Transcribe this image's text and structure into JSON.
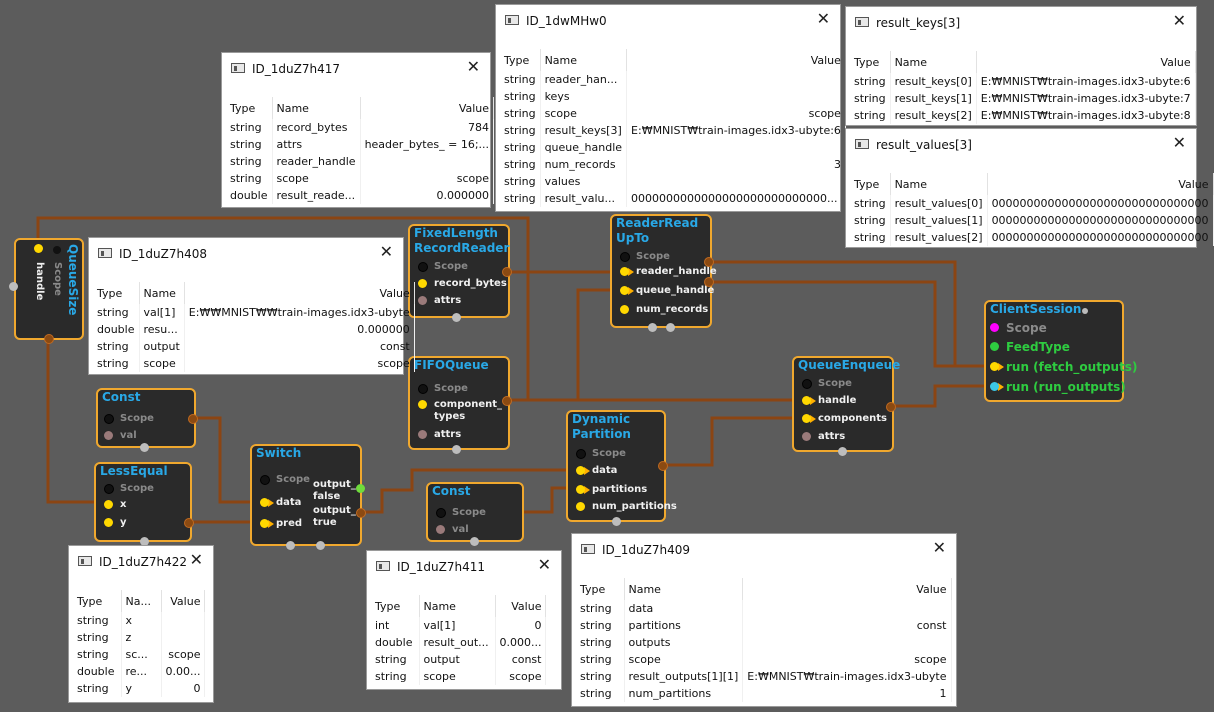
{
  "nodes": {
    "queue_size": {
      "title": "QueueSize",
      "scope": "Scope",
      "handle": "handle"
    },
    "const1": {
      "title": "Const",
      "scope": "Scope",
      "val": "val"
    },
    "less_equal": {
      "title": "LessEqual",
      "scope": "Scope",
      "x": "x",
      "y": "y"
    },
    "switch": {
      "title": "Switch",
      "scope": "Scope",
      "data": "data",
      "pred": "pred",
      "out_false": "output_\nfalse",
      "out_true": "output_\ntrue"
    },
    "const2": {
      "title": "Const",
      "scope": "Scope",
      "val": "val"
    },
    "flr": {
      "title": "FixedLength\nRecordReader",
      "scope": "Scope",
      "record_bytes": "record_bytes",
      "attrs": "attrs"
    },
    "fifo": {
      "title": "FIFOQueue",
      "scope": "Scope",
      "component_types": "component_\ntypes",
      "attrs": "attrs"
    },
    "reader_read": {
      "title": "ReaderRead\nUpTo",
      "scope": "Scope",
      "reader_handle": "reader_handle",
      "queue_handle": "queue_handle",
      "num_records": "num_records"
    },
    "dynpart": {
      "title": "Dynamic\nPartition",
      "scope": "Scope",
      "data": "data",
      "partitions": "partitions",
      "num_partitions": "num_partitions"
    },
    "enqueue": {
      "title": "QueueEnqueue",
      "scope": "Scope",
      "handle": "handle",
      "components": "components",
      "attrs": "attrs"
    },
    "client": {
      "title": "ClientSession",
      "scope": "Scope",
      "feed": "FeedType",
      "fetch": "run (fetch_outputs)",
      "run": "run (run_outputs)"
    }
  },
  "panels": {
    "p417": {
      "title": "ID_1duZ7h417",
      "headers": [
        "Type",
        "Name",
        "Value"
      ],
      "rows": [
        [
          "string",
          "record_bytes",
          "784"
        ],
        [
          "string",
          "attrs",
          "header_bytes_ = 16;..."
        ],
        [
          "string",
          "reader_handle",
          ""
        ],
        [
          "string",
          "scope",
          "scope"
        ],
        [
          "double",
          "result_reade...",
          "0.000000"
        ]
      ]
    },
    "pMHw0": {
      "title": "ID_1dwMHw0",
      "headers": [
        "Type",
        "Name",
        "Value"
      ],
      "rows": [
        [
          "string",
          "reader_han...",
          ""
        ],
        [
          "string",
          "keys",
          ""
        ],
        [
          "string",
          "scope",
          "scope"
        ],
        [
          "string",
          "result_keys[3]",
          "E:₩MNIST₩train-images.idx3-ubyte:6"
        ],
        [
          "string",
          "queue_handle",
          ""
        ],
        [
          "string",
          "num_records",
          "3"
        ],
        [
          "string",
          "values",
          ""
        ],
        [
          "string",
          "result_valu...",
          "0000000000000000000000000000..."
        ]
      ]
    },
    "pkeys": {
      "title": "result_keys[3]",
      "headers": [
        "Type",
        "Name",
        "Value"
      ],
      "rows": [
        [
          "string",
          "result_keys[0]",
          "E:₩MNIST₩train-images.idx3-ubyte:6"
        ],
        [
          "string",
          "result_keys[1]",
          "E:₩MNIST₩train-images.idx3-ubyte:7"
        ],
        [
          "string",
          "result_keys[2]",
          "E:₩MNIST₩train-images.idx3-ubyte:8"
        ]
      ]
    },
    "pvals": {
      "title": "result_values[3]",
      "headers": [
        "Type",
        "Name",
        "Value"
      ],
      "rows": [
        [
          "string",
          "result_values[0]",
          "0000000000000000000000000000000"
        ],
        [
          "string",
          "result_values[1]",
          "0000000000000000000000000000000"
        ],
        [
          "string",
          "result_values[2]",
          "0000000000000000000000000000000"
        ]
      ]
    },
    "p408": {
      "title": "ID_1duZ7h408",
      "headers": [
        "Type",
        "Name",
        "Value"
      ],
      "rows": [
        [
          "string",
          "val[1]",
          "E:₩₩MNIST₩₩train-images.idx3-ubyte"
        ],
        [
          "double",
          "resu...",
          "0.000000"
        ],
        [
          "string",
          "output",
          "const"
        ],
        [
          "string",
          "scope",
          "scope"
        ]
      ]
    },
    "p422": {
      "title": "ID_1duZ7h422",
      "headers": [
        "Type",
        "Na...",
        "Value"
      ],
      "rows": [
        [
          "string",
          "x",
          ""
        ],
        [
          "string",
          "z",
          ""
        ],
        [
          "string",
          "sc...",
          "scope"
        ],
        [
          "double",
          "re...",
          "0.00..."
        ],
        [
          "string",
          "y",
          "0"
        ]
      ]
    },
    "p411": {
      "title": "ID_1duZ7h411",
      "headers": [
        "Type",
        "Name",
        "Value"
      ],
      "rows": [
        [
          "int",
          "val[1]",
          "0"
        ],
        [
          "double",
          "result_out...",
          "0.000..."
        ],
        [
          "string",
          "output",
          "const"
        ],
        [
          "string",
          "scope",
          "scope"
        ]
      ]
    },
    "p409": {
      "title": "ID_1duZ7h409",
      "headers": [
        "Type",
        "Name",
        "Value"
      ],
      "rows": [
        [
          "string",
          "data",
          ""
        ],
        [
          "string",
          "partitions",
          "const"
        ],
        [
          "string",
          "outputs",
          ""
        ],
        [
          "string",
          "scope",
          "scope"
        ],
        [
          "string",
          "result_outputs[1][1]",
          "E:₩MNIST₩train-images.idx3-ubyte"
        ],
        [
          "string",
          "num_partitions",
          "1"
        ]
      ]
    }
  },
  "close_glyph": "✕",
  "colors": {
    "background": "#5c5c5c",
    "node_border": "#f0a82e",
    "node_title": "#29a8e6",
    "wire": "#8b4513"
  }
}
